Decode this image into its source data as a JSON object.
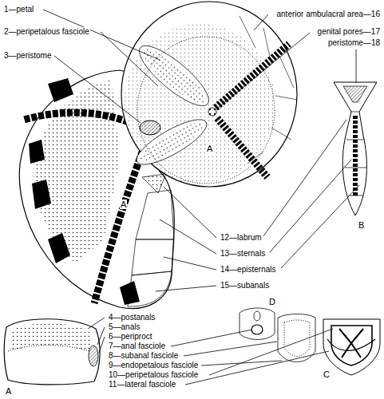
{
  "diagram": {
    "labels": [
      "1—petal",
      "2—peripetalous fasciole",
      "3—peristome",
      "anterior ambulacral area—16",
      "genital pores—17",
      "peristome—18",
      "A",
      "12—labrum",
      "13—sternals",
      "14—episternals",
      "15—subanals",
      "A",
      "B",
      "D",
      "4—postanals",
      "5—anals",
      "6—periproct",
      "7—anal fasciole",
      "8—subanal fasciole",
      "9—endopetalous fasciole",
      "10—peripetalous fasciole",
      "11—lateral fasciole",
      "C",
      "A"
    ]
  }
}
